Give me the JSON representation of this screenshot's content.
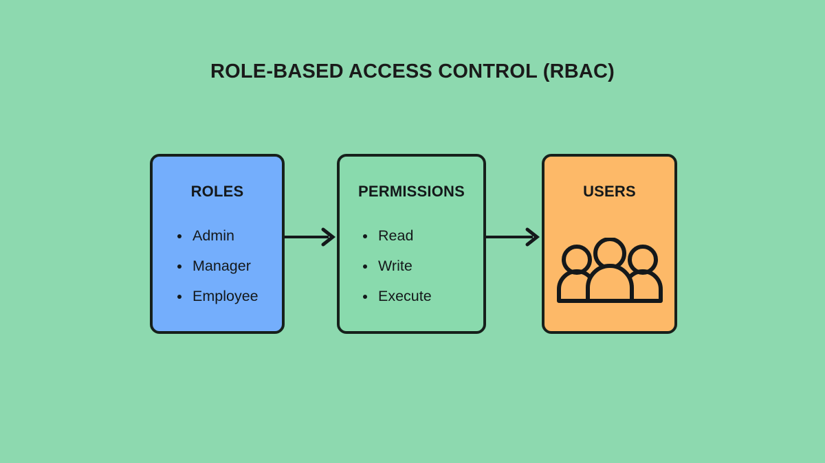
{
  "diagram": {
    "title": "ROLE-BASED ACCESS CONTROL (RBAC)",
    "background_color": "#8DD9AF",
    "text_color": "#14181A",
    "border_color": "#16201B",
    "nodes": [
      {
        "id": "roles",
        "heading": "ROLES",
        "fill_color": "#74AEFC",
        "items": [
          "Admin",
          "Manager",
          "Employee"
        ]
      },
      {
        "id": "permissions",
        "heading": "PERMISSIONS",
        "fill_color": "#89DAAD",
        "items": [
          "Read",
          "Write",
          "Execute"
        ]
      },
      {
        "id": "users",
        "heading": "USERS",
        "fill_color": "#FDB968",
        "icon": "users-group-icon",
        "items": []
      }
    ],
    "connectors": [
      {
        "id": "roles-to-permissions",
        "from": "roles",
        "to": "permissions",
        "style": "arrow-right"
      },
      {
        "id": "permissions-to-users",
        "from": "permissions",
        "to": "users",
        "style": "arrow-right"
      }
    ]
  }
}
